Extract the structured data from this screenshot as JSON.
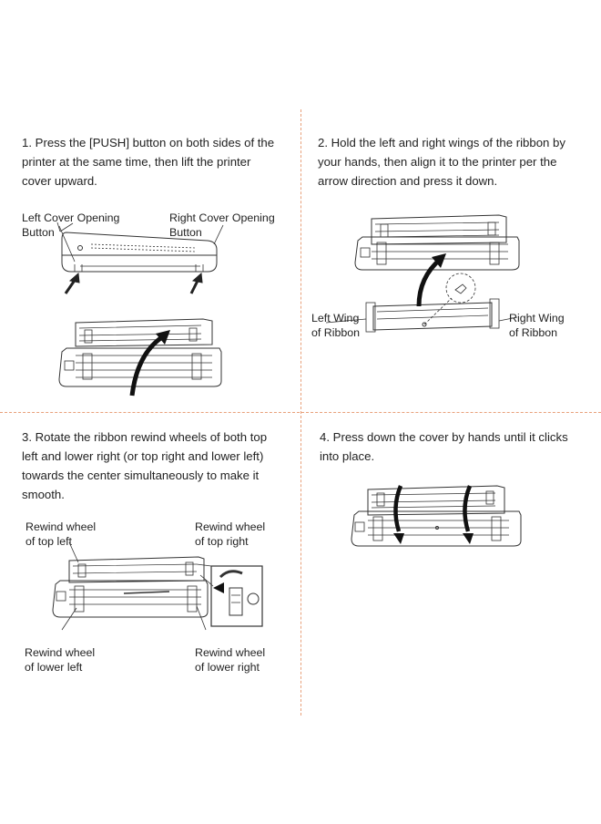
{
  "steps": [
    {
      "text": "1. Press the [PUSH] button on both sides of the printer at the same time, then lift the printer cover upward.",
      "labels": {
        "left_line1": "Left Cover Opening",
        "left_line2": "Button",
        "right_line1": "Right Cover Opening",
        "right_line2": "Button"
      }
    },
    {
      "text": "2. Hold the left and right wings of the ribbon by your hands, then align it to the printer per the arrow direction and press it down.",
      "labels": {
        "left_line1": "Left Wing",
        "left_line2": "of Ribbon",
        "right_line1": "Right Wing",
        "right_line2": "of Ribbon"
      }
    },
    {
      "text": "3. Rotate the ribbon rewind wheels of both top left and lower right (or top right and lower left) towards the center simultaneously to make it smooth.",
      "labels": {
        "tl_line1": "Rewind wheel",
        "tl_line2": "of top left",
        "tr_line1": "Rewind wheel",
        "tr_line2": "of top right",
        "bl_line1": "Rewind wheel",
        "bl_line2": "of lower left",
        "br_line1": "Rewind wheel",
        "br_line2": "of lower right"
      }
    },
    {
      "text": "4. Press down the cover by hands until it clicks into place."
    }
  ],
  "colors": {
    "divider": "#e8a07a",
    "line": "#333333"
  }
}
